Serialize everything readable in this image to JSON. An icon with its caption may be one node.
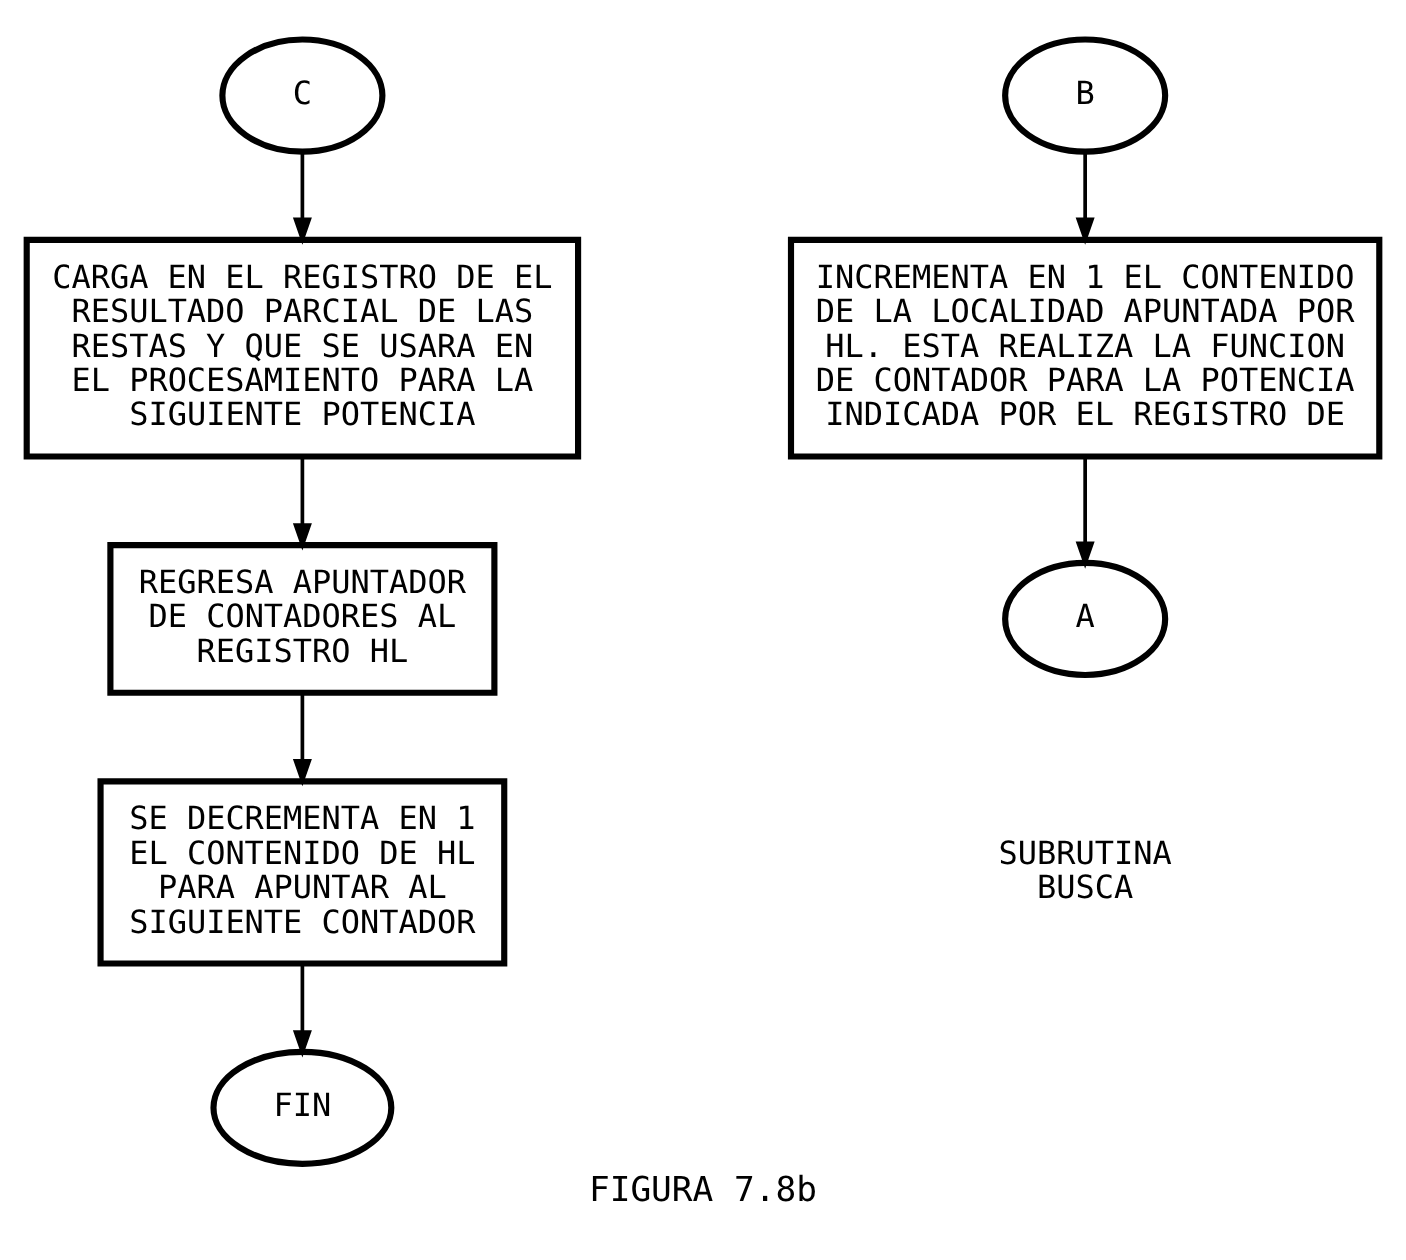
{
  "diagram": {
    "caption": "FIGURA 7.8b",
    "nodes": [
      {
        "text": [
          "C"
        ]
      },
      {
        "text": [
          "CARGA EN EL REGISTRO DE EL RESULTADO PARCIAL DE LAS RESTAS Y QUE SE USARA EN EL PROCESAMIENTO PARA LA SIGUIENTE POTENCIA"
        ]
      },
      {
        "text": [
          "REGRESA APUNTADOR DE CONTADORES AL REGISTRO HL"
        ]
      },
      {
        "text": [
          "SE DECREMENTA EN 1 EL CONTENIDO DE HL PARA APUNTAR AL SIGUIENTE CONTADOR"
        ]
      },
      {
        "text": [
          "FIN"
        ]
      },
      {
        "text": [
          "B"
        ]
      },
      {
        "text": [
          "INCREMENTA EN 1 EL CONTENIDO DE LA LOCALIDAD APUNTADA POR HL. ESTA REALIZA LA FUNCION DE CONTADOR PARA LA POTENCIA INDICADA POR EL REGISTRO DE"
        ]
      },
      {
        "text": [
          "A"
        ]
      }
    ],
    "edges": [
      {
        "from": 0,
        "to": 1,
        "arrow": "to"
      },
      {
        "from": 1,
        "to": 2,
        "arrow": "to"
      },
      {
        "from": 2,
        "to": 3,
        "arrow": "to"
      },
      {
        "from": 3,
        "to": 4,
        "arrow": "to"
      },
      {
        "from": 5,
        "to": 6,
        "arrow": "to"
      },
      {
        "from": 6,
        "to": 7,
        "arrow": "to"
      }
    ],
    "labels": [
      "SUBRUTINA BUSCA"
    ]
  }
}
